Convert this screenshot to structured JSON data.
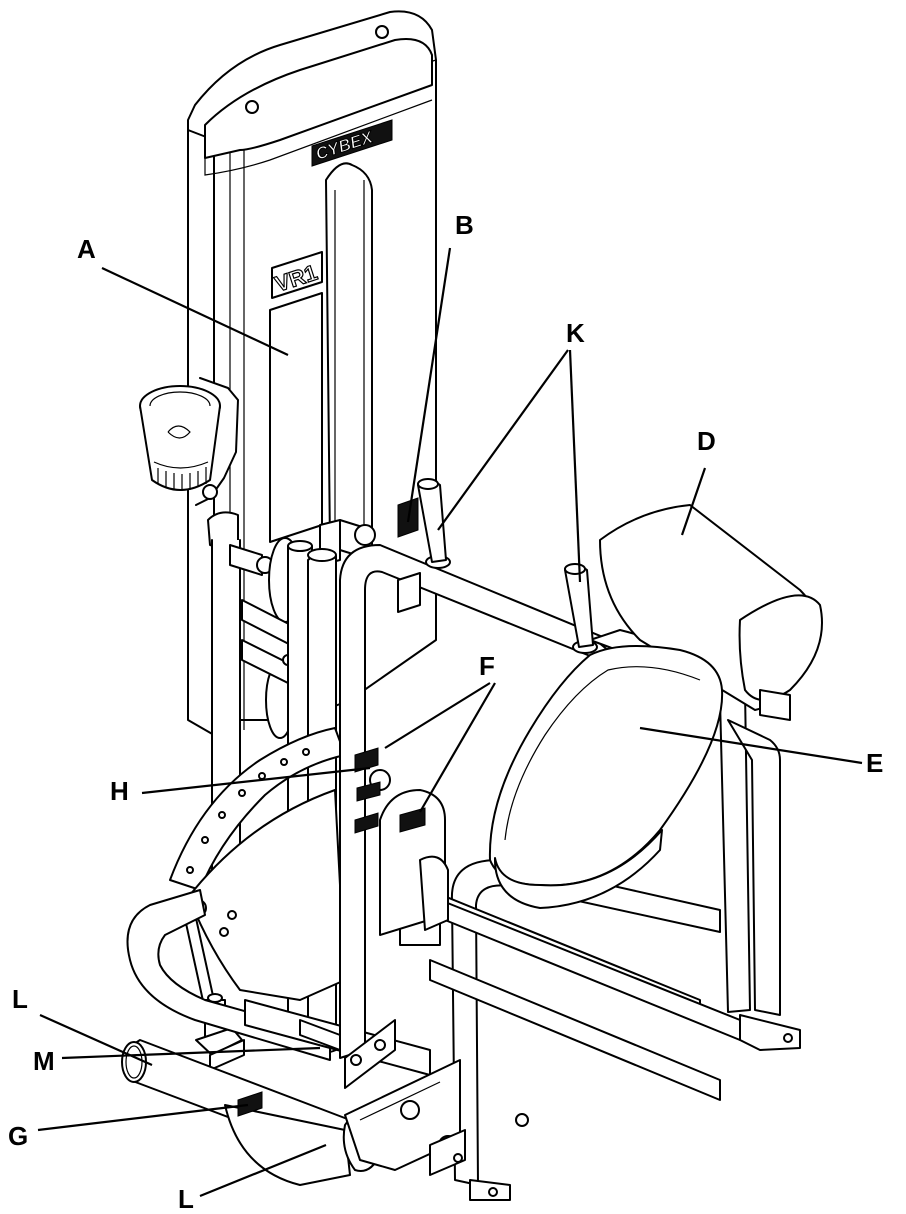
{
  "brand": "CYBEX",
  "model": "VR1",
  "callouts": [
    {
      "id": "A",
      "text": "A"
    },
    {
      "id": "B",
      "text": "B"
    },
    {
      "id": "K",
      "text": "K"
    },
    {
      "id": "D",
      "text": "D"
    },
    {
      "id": "F",
      "text": "F"
    },
    {
      "id": "E",
      "text": "E"
    },
    {
      "id": "H",
      "text": "H"
    },
    {
      "id": "L-top",
      "text": "L"
    },
    {
      "id": "M",
      "text": "M"
    },
    {
      "id": "G",
      "text": "G"
    },
    {
      "id": "L-bottom",
      "text": "L"
    }
  ]
}
